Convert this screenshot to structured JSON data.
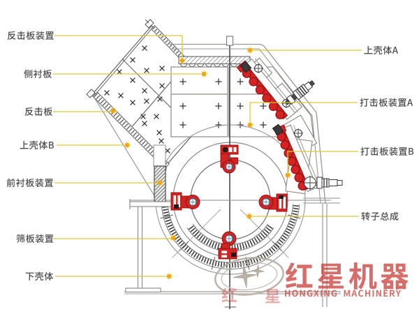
{
  "figure": {
    "background": "#ffffff"
  },
  "labels": {
    "left": [
      {
        "text": "反击板装置"
      },
      {
        "text": "侧衬板"
      },
      {
        "text": "反击板"
      },
      {
        "text": "上壳体B"
      },
      {
        "text": "前衬板装置"
      },
      {
        "text": "筛板装置"
      },
      {
        "text": "下壳体"
      }
    ],
    "right": [
      {
        "text": "上壳体A"
      },
      {
        "text": "打击板装置A"
      },
      {
        "text": "打击板装置B"
      },
      {
        "text": "转子总成"
      }
    ]
  },
  "watermark": {
    "brand": "红星机器",
    "subtitle": "HONGXING MACHINERY",
    "partial_row": "红 星",
    "logo": "hongxing-star-ellipse-logo"
  },
  "colors": {
    "leader_line": "#dcc83e",
    "leader_dot": "#f2a513",
    "label_text": "#4c4c4c",
    "machine_red": "#d42323",
    "drawing_line": "#9d9892",
    "watermark_red": "#c9413c"
  }
}
